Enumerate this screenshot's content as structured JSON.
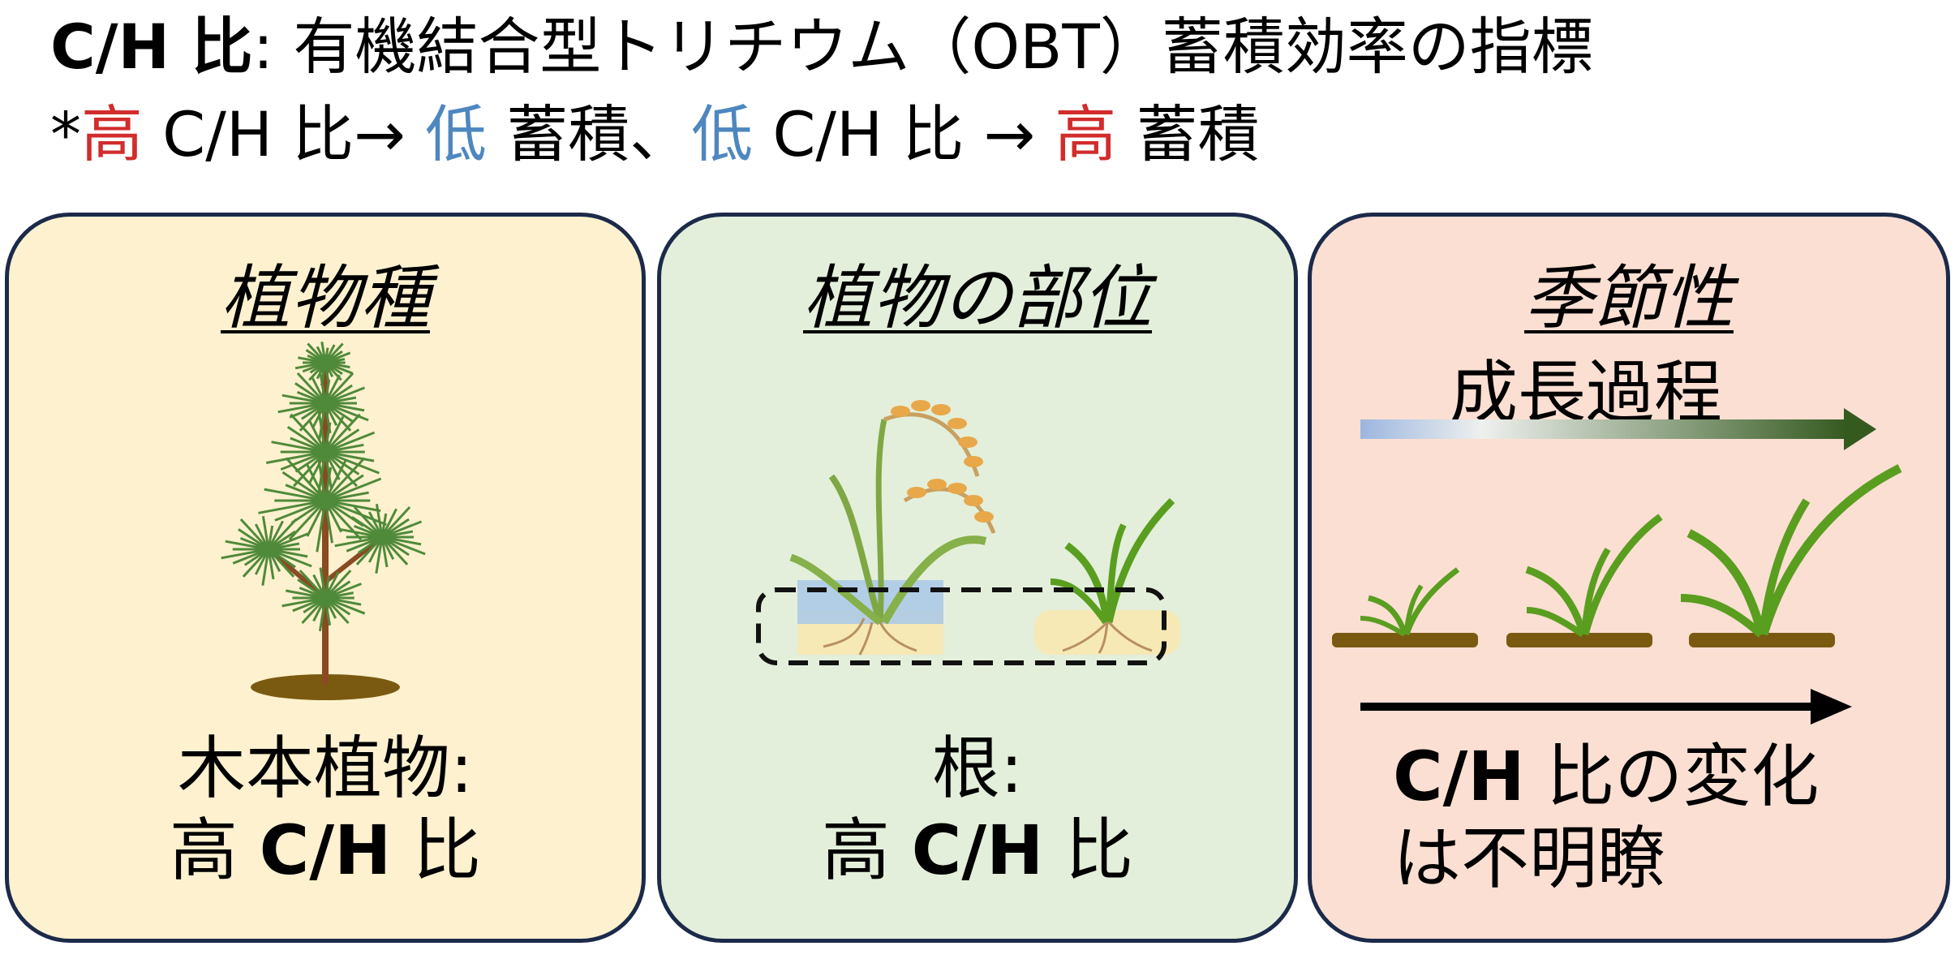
{
  "header": {
    "line1_term": "C/H 比",
    "line1_rest": ": 有機結合型トリチウム（OBT）蓄積効率の指標",
    "line2_star": "*",
    "line2_high1": "高",
    "line2_ch1": " C/H 比→ ",
    "line2_low1": "低",
    "line2_acc1": " 蓄積、",
    "line2_low2": "低",
    "line2_ch2": " C/H 比 → ",
    "line2_high2": "高",
    "line2_acc2": " 蓄積"
  },
  "panels": {
    "species": {
      "title": "植物種",
      "caption_line1": "木本植物:",
      "caption_high": "高 ",
      "caption_ch": "C/H",
      "caption_ratio": " 比"
    },
    "part": {
      "title": "植物の部位",
      "caption_line1": "根:",
      "caption_high": "高 ",
      "caption_ch": "C/H",
      "caption_ratio": " 比"
    },
    "season": {
      "title": "季節性",
      "growth_label": "成長過程",
      "caption_ch": "C/H",
      "caption_line1_rest": " 比の変化",
      "caption_line2": "は不明瞭"
    }
  },
  "colors": {
    "high": "#d22c2c",
    "low": "#4e87c0",
    "border": "#1c2a4a",
    "species_bg": "#fdf1cf",
    "part_bg": "#e3efda",
    "season_bg": "#fbdfd3",
    "soil": "#7a5a10",
    "leaf": "#5a9e20"
  },
  "icons": [
    "pine-tree-icon",
    "rice-plant-icon",
    "seedling-icon",
    "gradient-arrow-icon",
    "black-arrow-icon"
  ]
}
